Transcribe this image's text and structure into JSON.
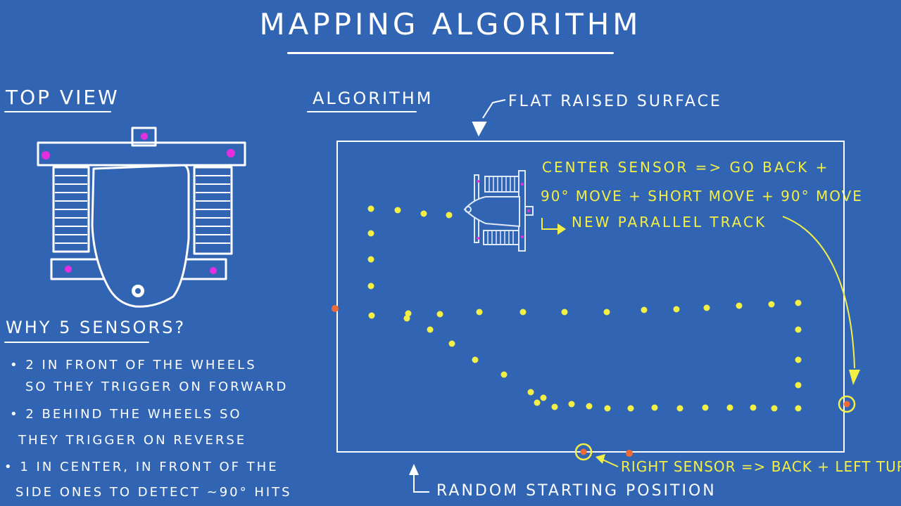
{
  "title": "Mapping Algorithm",
  "top_view": {
    "heading": "Top View"
  },
  "why": {
    "heading": "Why 5 Sensors?",
    "bullets": [
      {
        "line1": "2 in front of the wheels",
        "line2": "so they trigger on forward"
      },
      {
        "line1": "2 behind the wheels so",
        "line2": "they trigger on reverse"
      },
      {
        "line1": "1 in center, in front of the",
        "line2": "side ones to detect ~90° hits"
      }
    ]
  },
  "algorithm": {
    "heading": "Algorithm",
    "surface_label": "Flat raised surface",
    "center_note": {
      "line1": "Center sensor => go back +",
      "line2": "90° move + short move + 90° move",
      "line3": "New parallel track"
    },
    "right_note": "Right sensor => back + left turn",
    "start_label": "Random starting position"
  },
  "colors": {
    "background": "#3165b4",
    "line": "#ffffff",
    "path": "#f4ef45",
    "sensor": "#e62ee0",
    "hit": "#f06a36"
  }
}
